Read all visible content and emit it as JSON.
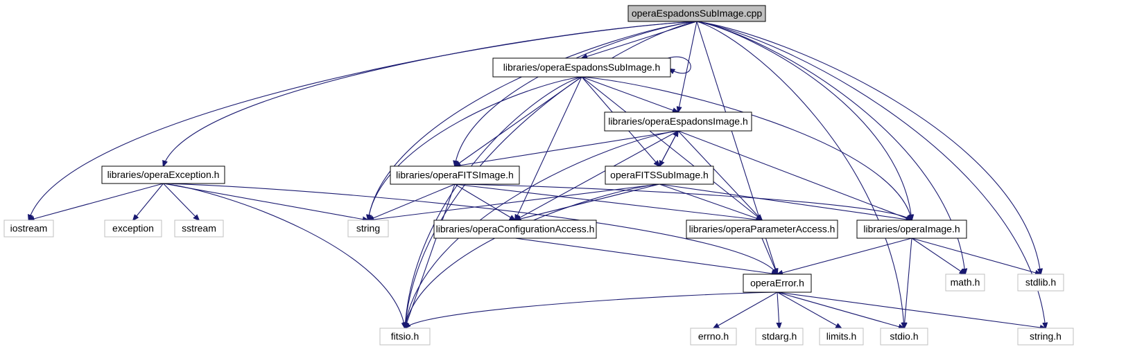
{
  "graph": {
    "title": "opera Espadons Sub Image include dependency graph",
    "edge_color": "#191970",
    "root_fill": "#bfbfbf",
    "nodes": [
      {
        "id": "root",
        "label": "operaEspadonsSubImage.cpp",
        "kind": "root"
      },
      {
        "id": "espSub",
        "label": "libraries/operaEspadonsSubImage.h",
        "kind": "local"
      },
      {
        "id": "espImg",
        "label": "libraries/operaEspadonsImage.h",
        "kind": "local"
      },
      {
        "id": "exc",
        "label": "libraries/operaException.h",
        "kind": "local"
      },
      {
        "id": "fitsImg",
        "label": "libraries/operaFITSImage.h",
        "kind": "local"
      },
      {
        "id": "fitsSub",
        "label": "operaFITSSubImage.h",
        "kind": "local"
      },
      {
        "id": "conf",
        "label": "libraries/operaConfigurationAccess.h",
        "kind": "local"
      },
      {
        "id": "param",
        "label": "libraries/operaParameterAccess.h",
        "kind": "local"
      },
      {
        "id": "img",
        "label": "libraries/operaImage.h",
        "kind": "local"
      },
      {
        "id": "err",
        "label": "operaError.h",
        "kind": "local"
      },
      {
        "id": "iostream",
        "label": "iostream",
        "kind": "system"
      },
      {
        "id": "exception",
        "label": "exception",
        "kind": "system"
      },
      {
        "id": "sstream",
        "label": "sstream",
        "kind": "system"
      },
      {
        "id": "string",
        "label": "string",
        "kind": "system"
      },
      {
        "id": "fitsio",
        "label": "fitsio.h",
        "kind": "system"
      },
      {
        "id": "math",
        "label": "math.h",
        "kind": "system"
      },
      {
        "id": "stdlib",
        "label": "stdlib.h",
        "kind": "system"
      },
      {
        "id": "errno",
        "label": "errno.h",
        "kind": "system"
      },
      {
        "id": "stdarg",
        "label": "stdarg.h",
        "kind": "system"
      },
      {
        "id": "limits",
        "label": "limits.h",
        "kind": "system"
      },
      {
        "id": "stdio",
        "label": "stdio.h",
        "kind": "system"
      },
      {
        "id": "stringh",
        "label": "string.h",
        "kind": "system"
      }
    ],
    "edges": [
      [
        "root",
        "iostream"
      ],
      [
        "root",
        "exc"
      ],
      [
        "root",
        "fitsio"
      ],
      [
        "root",
        "string"
      ],
      [
        "root",
        "fitsImg"
      ],
      [
        "root",
        "espSub"
      ],
      [
        "root",
        "espImg"
      ],
      [
        "root",
        "img"
      ],
      [
        "root",
        "err"
      ],
      [
        "root",
        "math"
      ],
      [
        "root",
        "stdlib"
      ],
      [
        "root",
        "stdio"
      ],
      [
        "root",
        "stringh"
      ],
      [
        "espSub",
        "espSub"
      ],
      [
        "espSub",
        "espImg"
      ],
      [
        "espSub",
        "fitsSub"
      ],
      [
        "espSub",
        "fitsImg"
      ],
      [
        "espSub",
        "conf"
      ],
      [
        "espSub",
        "param"
      ],
      [
        "espSub",
        "img"
      ],
      [
        "espSub",
        "string"
      ],
      [
        "espSub",
        "fitsio"
      ],
      [
        "espImg",
        "fitsImg"
      ],
      [
        "espImg",
        "fitsSub"
      ],
      [
        "espImg",
        "conf"
      ],
      [
        "espImg",
        "param"
      ],
      [
        "espImg",
        "img"
      ],
      [
        "espImg",
        "fitsio"
      ],
      [
        "fitsSub",
        "espImg"
      ],
      [
        "fitsSub",
        "conf"
      ],
      [
        "fitsSub",
        "param"
      ],
      [
        "fitsSub",
        "img"
      ],
      [
        "fitsSub",
        "string"
      ],
      [
        "fitsSub",
        "fitsio"
      ],
      [
        "exc",
        "iostream"
      ],
      [
        "exc",
        "exception"
      ],
      [
        "exc",
        "sstream"
      ],
      [
        "exc",
        "string"
      ],
      [
        "exc",
        "err"
      ],
      [
        "exc",
        "fitsio"
      ],
      [
        "fitsImg",
        "string"
      ],
      [
        "fitsImg",
        "conf"
      ],
      [
        "fitsImg",
        "param"
      ],
      [
        "fitsImg",
        "img"
      ],
      [
        "fitsImg",
        "fitsio"
      ],
      [
        "conf",
        "err"
      ],
      [
        "param",
        "err"
      ],
      [
        "img",
        "err"
      ],
      [
        "img",
        "math"
      ],
      [
        "img",
        "stdlib"
      ],
      [
        "img",
        "stdio"
      ],
      [
        "err",
        "fitsio"
      ],
      [
        "err",
        "errno"
      ],
      [
        "err",
        "stdarg"
      ],
      [
        "err",
        "limits"
      ],
      [
        "err",
        "stdio"
      ],
      [
        "err",
        "stringh"
      ]
    ]
  }
}
